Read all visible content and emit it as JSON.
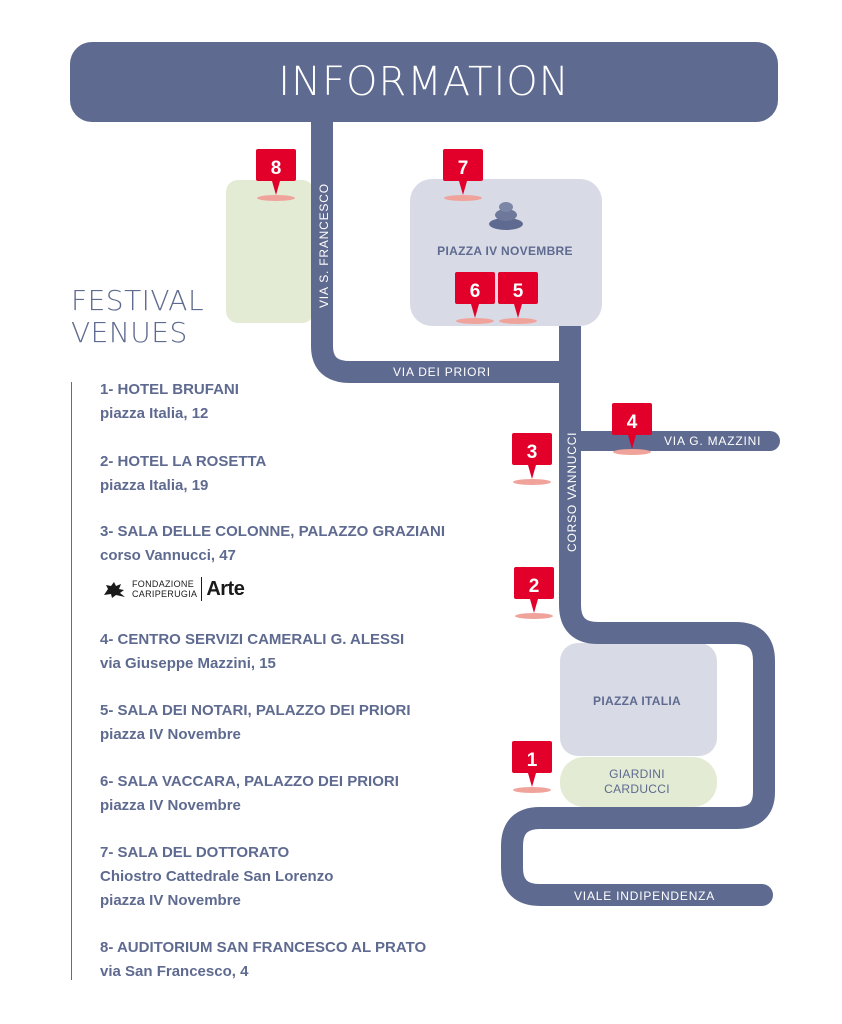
{
  "header": {
    "title": "INFORMATION"
  },
  "section": {
    "title_line1": "FESTIVAL",
    "title_line2": "VENUES"
  },
  "streets": {
    "via_s_francesco": "VIA S. FRANCESCO",
    "via_dei_priori": "VIA DEI PRIORI",
    "corso_vannucci": "CORSO VANNUCCI",
    "via_g_mazzini": "VIA G. MAZZINI",
    "viale_indipendenza": "VIALE INDIPENDENZA"
  },
  "squares": {
    "piazza_iv_novembre": "PIAZZA IV NOVEMBRE",
    "piazza_italia": "PIAZZA ITALIA",
    "giardini_line1": "GIARDINI",
    "giardini_line2": "CARDUCCI"
  },
  "pins": {
    "p1": "1",
    "p2": "2",
    "p3": "3",
    "p4": "4",
    "p5": "5",
    "p6": "6",
    "p7": "7",
    "p8": "8"
  },
  "venues": [
    {
      "title": "1- HOTEL BRUFANI",
      "lines": [
        "piazza Italia, 12"
      ]
    },
    {
      "title": "2- HOTEL LA ROSETTA",
      "lines": [
        "piazza Italia, 19"
      ]
    },
    {
      "title": "3- SALA DELLE COLONNE, PALAZZO GRAZIANI",
      "lines": [
        "corso Vannucci, 47"
      ]
    },
    {
      "title": "4- CENTRO SERVIZI CAMERALI G. ALESSI",
      "lines": [
        "via Giuseppe Mazzini, 15"
      ]
    },
    {
      "title": "5- SALA DEI NOTARI, PALAZZO DEI PRIORI",
      "lines": [
        "piazza IV Novembre"
      ]
    },
    {
      "title": "6- SALA VACCARA, PALAZZO DEI PRIORI",
      "lines": [
        "piazza IV Novembre"
      ]
    },
    {
      "title": "7- SALA DEL DOTTORATO",
      "lines": [
        "Chiostro Cattedrale San Lorenzo",
        "piazza IV Novembre"
      ]
    },
    {
      "title": "8- AUDITORIUM SAN FRANCESCO AL PRATO",
      "lines": [
        "via San Francesco, 4"
      ]
    }
  ],
  "sponsor": {
    "name_line1": "FONDAZIONE",
    "name_line2": "CARIPERUGIA",
    "brand": "Arte"
  },
  "colors": {
    "road": "#5e6a8f",
    "square_fill": "#d8dbe6",
    "garden_fill": "#e3ebd4",
    "pin": "#e2002a",
    "pin_shadow": "#f0a39b"
  }
}
